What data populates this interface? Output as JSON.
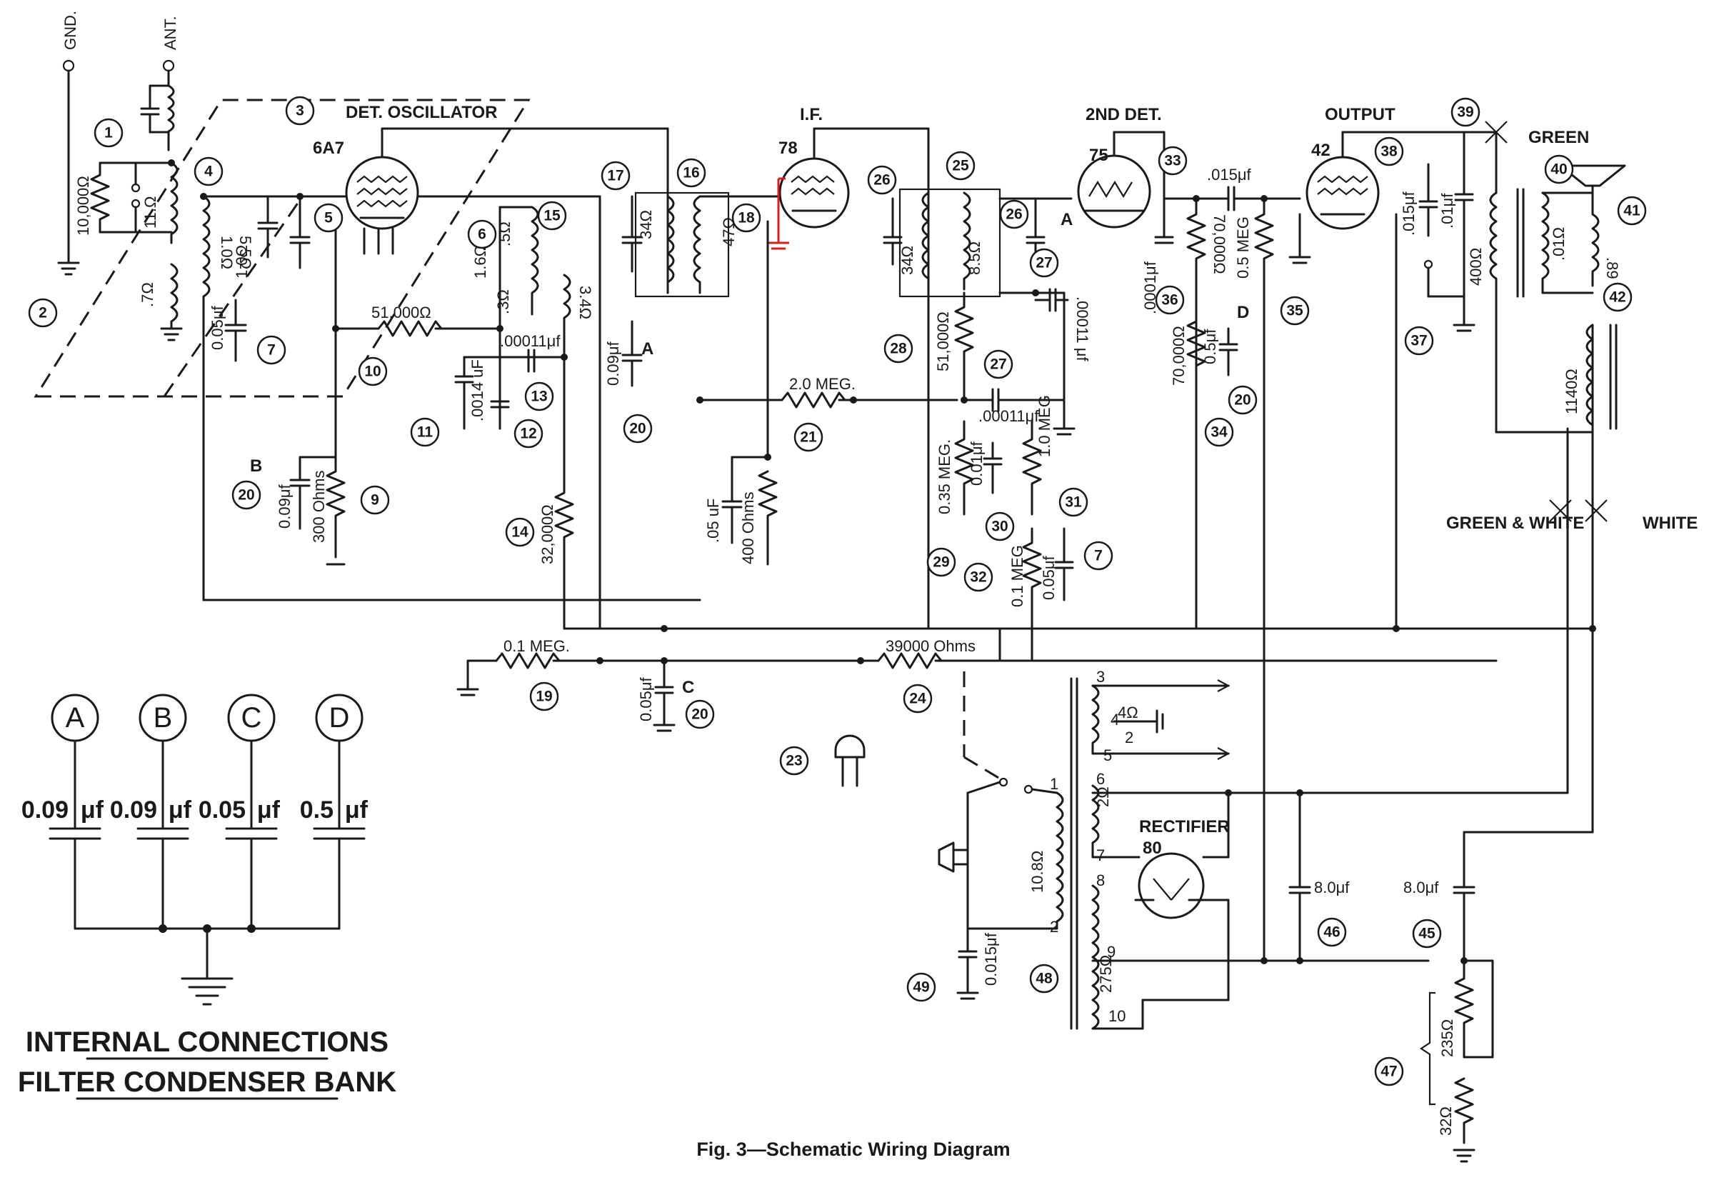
{
  "terminals": {
    "gnd": "GND.",
    "ant": "ANT."
  },
  "stages": {
    "det_osc": "DET. OSCILLATOR",
    "if": "I.F.",
    "det2": "2ND DET.",
    "output": "OUTPUT",
    "rectifier": "RECTIFIER",
    "green": "GREEN"
  },
  "tubes": {
    "t6a7": "6A7",
    "t78": "78",
    "t75": "75",
    "t42": "42",
    "t80": "80"
  },
  "components": {
    "r1": "10,000Ω",
    "ant_coil": "11.Ω",
    "ant_coil2": ".7Ω",
    "osc_coil_a": "1.0Ω",
    "osc_coil_b": "5.5Ω",
    "osc_coil_c": "1.0Ω",
    "c7": "0.05μf",
    "r10": "51,000Ω",
    "c13": ".00011μf",
    "c11": ".0014 uF",
    "coil15a": "1.6Ω",
    "coil15b": ".5Ω",
    "coil15c": ".3Ω",
    "coil15d": "3.4Ω",
    "c20a": "0.09μf",
    "c20b": "0.09μf",
    "r9": "300 Ohms",
    "r14": "32,000Ω",
    "t16a": "34Ω",
    "t16b": "47Ω",
    "r21": "2.0 MEG.",
    "c78": ".05 uF",
    "r78": "400 Ohms",
    "t25a": "34Ω",
    "t25b": "8.5Ω",
    "r28": "51,000Ω",
    "c27a": ".00011 μf",
    "c27b": ".00011μf",
    "r29": "0.35 MEG.",
    "c30": "0.01μf",
    "r31": "1.0 MEG",
    "r32": "0.1 MEG",
    "c7b": "0.05μf",
    "c75": ".0001μf",
    "c33": ".015μf",
    "r36": "70,000Ω",
    "r34": "70,000Ω",
    "c20d": "0.5μf",
    "r35": "0.5 MEG",
    "c38": ".015μf",
    "c39": ".01μf",
    "t40": "400Ω",
    "t40s": ".01Ω",
    "coil41": ".89",
    "choke42": "1140Ω",
    "r19": "0.1 MEG.",
    "r24": "39000 Ohms",
    "c20c": "0.05μf",
    "pt_a": "4Ω",
    "pt_b": "2",
    "pt_c": "2Ω",
    "pt_prim": "10.8Ω",
    "pt_hv": "275Ω",
    "c46": "8.0μf",
    "c45": "8.0μf",
    "c49": "0.015μf",
    "r47a": "235Ω",
    "r47b": "32Ω",
    "wire_gw": "GREEN & WHITE",
    "wire_w": "WHITE",
    "letter_a": "A",
    "letter_b": "B",
    "letter_c": "C",
    "letter_d": "D"
  },
  "pins": [
    "3",
    "4",
    "5",
    "6",
    "1",
    "2",
    "7",
    "8",
    "9",
    "10"
  ],
  "callouts": [
    "1",
    "2",
    "3",
    "4",
    "5",
    "6",
    "7",
    "9",
    "10",
    "11",
    "12",
    "13",
    "14",
    "15",
    "16",
    "17",
    "18",
    "19",
    "20",
    "21",
    "23",
    "24",
    "25",
    "26",
    "27",
    "28",
    "29",
    "30",
    "31",
    "32",
    "33",
    "34",
    "35",
    "36",
    "37",
    "38",
    "39",
    "40",
    "41",
    "42",
    "45",
    "46",
    "47",
    "48",
    "49"
  ],
  "bank": {
    "letters": [
      "A",
      "B",
      "C",
      "D"
    ],
    "values": [
      "0.09",
      "0.09",
      "0.05",
      "0.5"
    ],
    "unit": "μf",
    "title1": "INTERNAL CONNECTIONS",
    "title2": "FILTER CONDENSER BANK"
  },
  "caption": "Fig. 3—Schematic Wiring Diagram"
}
